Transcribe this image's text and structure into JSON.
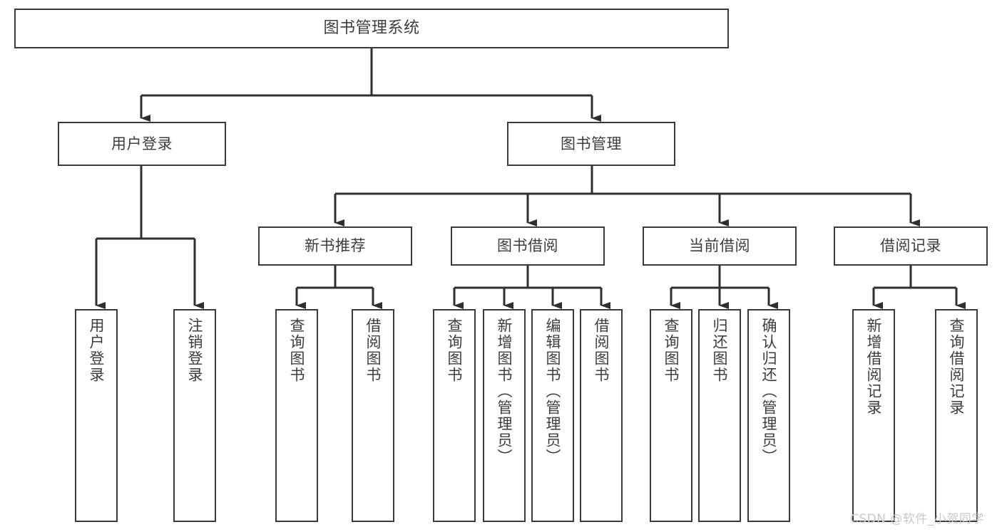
{
  "diagram": {
    "title": "图书管理系统",
    "type": "hierarchy-tree",
    "orientation": "top-down",
    "style": {
      "box_border_color": "#3a3a3a",
      "box_fill_color": "#ffffff",
      "text_color": "#3d3d3d",
      "edge_color": "#3a3a3a",
      "background_color": "#ffffff"
    },
    "levels": [
      {
        "level": 1,
        "nodes": [
          {
            "id": "root",
            "label": "图书管理系统",
            "text_direction": "horizontal"
          }
        ]
      },
      {
        "level": 2,
        "nodes": [
          {
            "id": "user-login",
            "label": "用户登录",
            "text_direction": "horizontal",
            "parent": "root"
          },
          {
            "id": "book-manage",
            "label": "图书管理",
            "text_direction": "horizontal",
            "parent": "root"
          }
        ]
      },
      {
        "level": 3,
        "nodes": [
          {
            "id": "new-book-rec",
            "label": "新书推荐",
            "text_direction": "horizontal",
            "parent": "book-manage"
          },
          {
            "id": "book-borrow",
            "label": "图书借阅",
            "text_direction": "horizontal",
            "parent": "book-manage"
          },
          {
            "id": "current-borrow",
            "label": "当前借阅",
            "text_direction": "horizontal",
            "parent": "book-manage"
          },
          {
            "id": "borrow-record",
            "label": "借阅记录",
            "text_direction": "horizontal",
            "parent": "book-manage"
          }
        ]
      },
      {
        "level": 4,
        "nodes": [
          {
            "id": "leaf-user-login",
            "label": "用户登录",
            "text_direction": "vertical",
            "parent": "user-login"
          },
          {
            "id": "leaf-user-logout",
            "label": "注销登录",
            "text_direction": "vertical",
            "parent": "user-login"
          },
          {
            "id": "leaf-query-book-1",
            "label": "查询图书",
            "text_direction": "vertical",
            "parent": "new-book-rec"
          },
          {
            "id": "leaf-borrow-book-1",
            "label": "借阅图书",
            "text_direction": "vertical",
            "parent": "new-book-rec"
          },
          {
            "id": "leaf-query-book-2",
            "label": "查询图书",
            "text_direction": "vertical",
            "parent": "book-borrow"
          },
          {
            "id": "leaf-add-book",
            "label": "新增图书（管理员）",
            "text_direction": "vertical",
            "parent": "book-borrow"
          },
          {
            "id": "leaf-edit-book",
            "label": "编辑图书（管理员）",
            "text_direction": "vertical",
            "parent": "book-borrow"
          },
          {
            "id": "leaf-borrow-book-2",
            "label": "借阅图书",
            "text_direction": "vertical",
            "parent": "book-borrow"
          },
          {
            "id": "leaf-query-book-3",
            "label": "查询图书",
            "text_direction": "vertical",
            "parent": "current-borrow"
          },
          {
            "id": "leaf-return-book",
            "label": "归还图书",
            "text_direction": "vertical",
            "parent": "current-borrow"
          },
          {
            "id": "leaf-confirm-return",
            "label": "确认归还（管理员）",
            "text_direction": "vertical",
            "parent": "current-borrow"
          },
          {
            "id": "leaf-add-record",
            "label": "新增借阅记录",
            "text_direction": "vertical",
            "parent": "borrow-record"
          },
          {
            "id": "leaf-query-record",
            "label": "查询借阅记录",
            "text_direction": "vertical",
            "parent": "borrow-record"
          }
        ]
      }
    ]
  },
  "watermark": {
    "text": "CSDN @软件_小贺同学"
  }
}
